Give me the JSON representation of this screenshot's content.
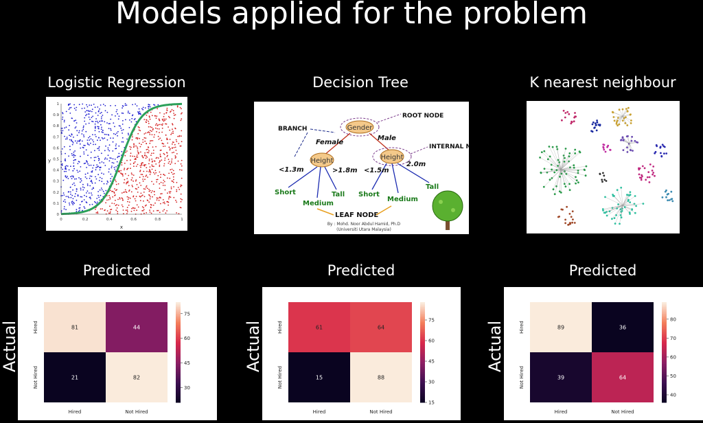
{
  "page": {
    "title": "Models applied for the problem"
  },
  "models": [
    {
      "name": "Logistic Regression"
    },
    {
      "name": "Decision Tree"
    },
    {
      "name": "K nearest neighbour"
    }
  ],
  "labels": {
    "predicted": "Predicted",
    "actual": "Actual"
  },
  "tree": {
    "root": "Gender",
    "root_label": "ROOT NODE",
    "branch_label": "BRANCH",
    "internal_label": "INTERNAL NODE",
    "left_edge": "Female",
    "right_edge": "Male",
    "left_node": "Height",
    "right_node": "Height",
    "l1": "<1.3m",
    "l2": ">1.8m",
    "r1": "<1.5m",
    "r2": "2.0m",
    "leaves": [
      "Short",
      "Medium",
      "Tall",
      "Short",
      "Medium",
      "Tall"
    ],
    "leaf_label": "LEAF NODE",
    "credit1": "By : Mohd. Noor Abdul Hamid, Ph.D",
    "credit2": "(Universiti Utara Malaysia)"
  },
  "chart_data": [
    {
      "type": "scatter",
      "title": "Logistic Regression",
      "xlabel": "x",
      "ylabel": "y",
      "xlim": [
        0,
        1
      ],
      "ylim": [
        0,
        1
      ],
      "xticks": [
        "0",
        "0.2",
        "0.4",
        "0.6",
        "0.8",
        "1"
      ],
      "yticks": [
        "0",
        "0.1",
        "0.2",
        "0.3",
        "0.4",
        "0.5",
        "0.6",
        "0.7",
        "0.8",
        "0.9",
        "1"
      ],
      "series_colors": [
        "#1f1fd0",
        "#d42020"
      ],
      "curve": {
        "type": "logistic",
        "midpoint": 0.5,
        "color": "#2ca05a"
      }
    },
    {
      "type": "heatmap",
      "xlabel": "Predicted",
      "ylabel": "Actual",
      "x_categories": [
        "Hired",
        "Not Hired"
      ],
      "y_categories": [
        "Hired",
        "Not Hired"
      ],
      "values": [
        [
          81,
          44
        ],
        [
          21,
          82
        ]
      ],
      "colorbar_ticks": [
        "30",
        "45",
        "60",
        "75"
      ],
      "vmin": 21,
      "vmax": 82
    },
    {
      "type": "heatmap",
      "xlabel": "Predicted",
      "ylabel": "Actual",
      "x_categories": [
        "Hired",
        "Not Hired"
      ],
      "y_categories": [
        "Hired",
        "Not Hired"
      ],
      "values": [
        [
          61,
          64
        ],
        [
          15,
          88
        ]
      ],
      "colorbar_ticks": [
        "15",
        "30",
        "45",
        "60",
        "75"
      ],
      "vmin": 15,
      "vmax": 88
    },
    {
      "type": "heatmap",
      "xlabel": "Predicted",
      "ylabel": "Actual",
      "x_categories": [
        "Hired",
        "Not Hired"
      ],
      "y_categories": [
        "Hired",
        "Not Hired"
      ],
      "values": [
        [
          89,
          36
        ],
        [
          39,
          64
        ]
      ],
      "colorbar_ticks": [
        "40",
        "50",
        "60",
        "70",
        "80"
      ],
      "vmin": 36,
      "vmax": 89
    }
  ]
}
